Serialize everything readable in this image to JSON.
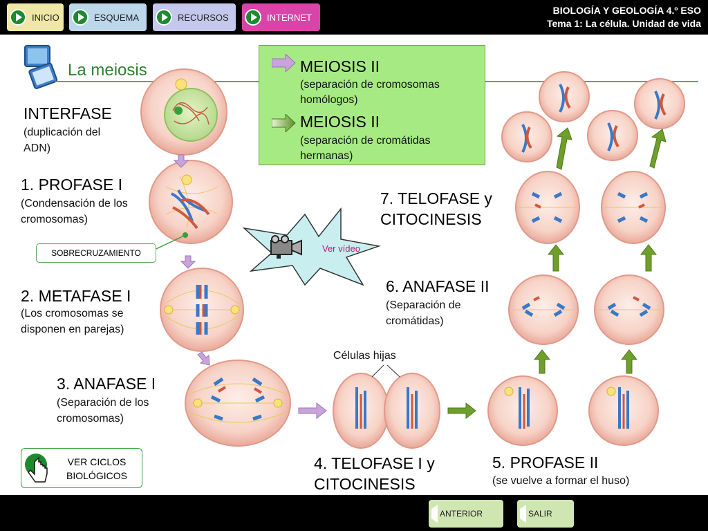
{
  "nav": {
    "inicio": "INICIO",
    "esquema": "ESQUEMA",
    "recursos": "RECURSOS",
    "internet": "INTERNET"
  },
  "header": {
    "line1": "BIOLOGÍA Y GEOLOGÍA 4.º ESO",
    "line2": "Tema 1: La célula. Unidad de vida"
  },
  "page_title": "La meiosis",
  "legend": {
    "item1_title": "MEIOSIS II",
    "item1_desc": "(separación de cromosomas homólogos)",
    "item2_title": "MEIOSIS II",
    "item2_desc": "(separación de cromátidas hermanas)"
  },
  "stages": {
    "interfase_title": "INTERFASE",
    "interfase_desc": "(duplicación del ADN)",
    "profase1_title": "1. PROFASE I",
    "profase1_desc": "(Condensación de los cromosomas)",
    "sobrecruzamiento": "SOBRECRUZAMIENTO",
    "metafase1_title": "2. METAFASE I",
    "metafase1_desc": "(Los cromosomas se disponen en parejas)",
    "anafase1_title": "3. ANAFASE I",
    "anafase1_desc": "(Separación de los cromosomas)",
    "telofase1_title": "4. TELOFASE I  y CITOCINESIS",
    "celulas_hijas": "Células hijas",
    "profase2_title": "5. PROFASE II",
    "profase2_desc": "(se vuelve a formar el huso)",
    "anafase2_title": "6. ANAFASE II",
    "anafase2_desc": "(Separación de cromátidas)",
    "telofase2_title": "7. TELOFASE y CITOCINESIS"
  },
  "video": {
    "label": "Ver vídeo"
  },
  "ciclos": {
    "label": "VER CICLOS BIOLÓGICOS"
  },
  "footer": {
    "anterior": "ANTERIOR",
    "salir": "SALIR"
  },
  "colors": {
    "accent_green": "#1c8a2e",
    "legend_bg": "#a6ea83",
    "arrow_purple": "#c9a3dc",
    "arrow_green": "#6f9e2b"
  }
}
